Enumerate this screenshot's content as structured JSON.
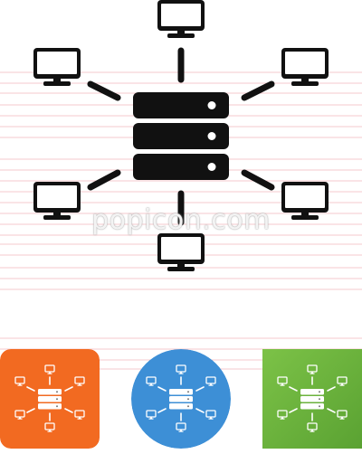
{
  "watermark": {
    "text": "popicon.com"
  },
  "icon": {
    "name": "server-network-icon",
    "color": "#111111"
  },
  "variants": [
    {
      "name": "orange-rounded-square",
      "background": "#f26a21",
      "shape": "rounded-square",
      "glyph_color": "#ffffff"
    },
    {
      "name": "blue-circle",
      "background": "#3d8fd6",
      "shape": "circle",
      "glyph_color": "#ffffff"
    },
    {
      "name": "green-square",
      "background": "#6cb33f",
      "gradient_to": "#5aa232",
      "shape": "square",
      "glyph_color": "#ffffff"
    }
  ],
  "guide_line_color": "#f2b8bd"
}
